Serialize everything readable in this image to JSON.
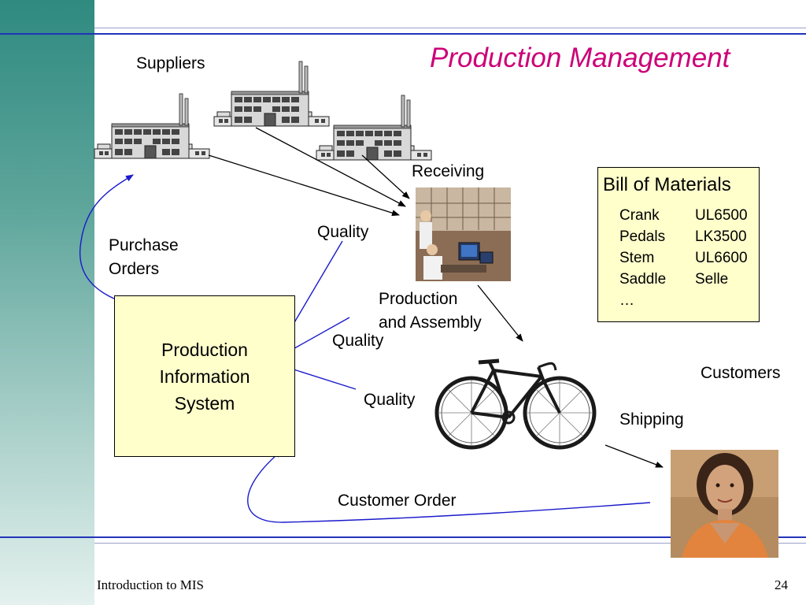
{
  "title": "Production Management",
  "labels": {
    "suppliers": "Suppliers",
    "receiving": "Receiving",
    "quality_top": "Quality",
    "quality_mid": "Quality",
    "quality_low": "Quality",
    "purchase_orders_1": "Purchase",
    "purchase_orders_2": "Orders",
    "production_1": "Production",
    "production_2": "and Assembly",
    "customers": "Customers",
    "shipping": "Shipping",
    "customer_order": "Customer Order"
  },
  "pis": {
    "line1": "Production",
    "line2": "Information",
    "line3": "System"
  },
  "bom": {
    "title": "Bill of Materials",
    "rows": [
      {
        "part": "Crank",
        "code": "UL6500"
      },
      {
        "part": "Pedals",
        "code": "LK3500"
      },
      {
        "part": "Stem",
        "code": "UL6600"
      },
      {
        "part": "Saddle",
        "code": "Selle"
      },
      {
        "part": "…",
        "code": ""
      }
    ]
  },
  "footer": {
    "left": "Introduction to MIS",
    "page": "24"
  },
  "colors": {
    "title": "#cc0077",
    "rule": "#2233bb",
    "box_fill": "#ffffcc",
    "blue_arrow": "#1a1acc",
    "sidebar": "#2f8a80"
  }
}
